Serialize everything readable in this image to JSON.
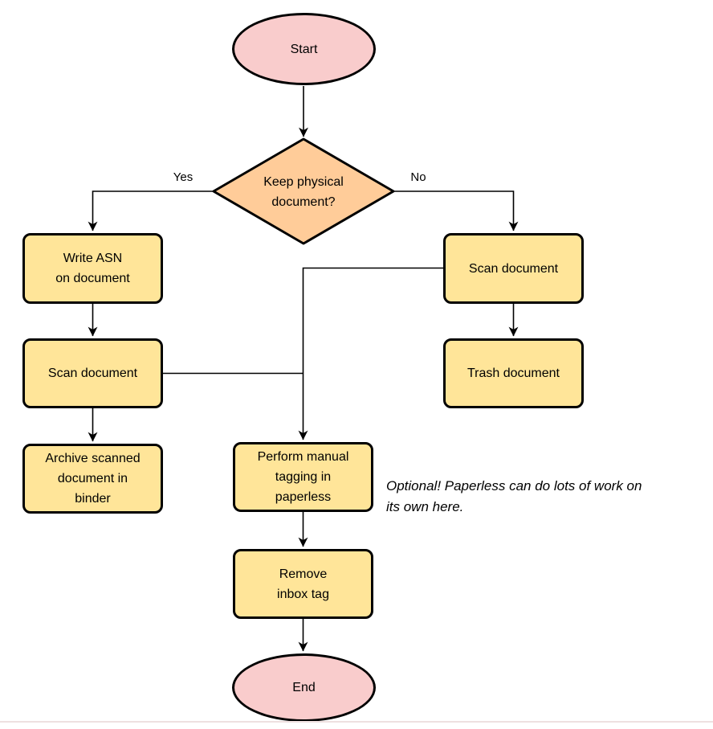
{
  "flowchart": {
    "colors": {
      "terminal_fill": "#f9cccc",
      "decision_fill": "#ffcc99",
      "process_fill": "#ffe599",
      "stroke": "#000000",
      "divider": "#eee0e0"
    },
    "nodes": {
      "start": {
        "type": "terminal",
        "label": "Start"
      },
      "decision": {
        "type": "decision",
        "label": "Keep physical\ndocument?"
      },
      "write_asn": {
        "type": "process",
        "label": "Write ASN\non document"
      },
      "scan_left": {
        "type": "process",
        "label": "Scan document"
      },
      "archive": {
        "type": "process",
        "label": "Archive scanned\ndocument in\nbinder"
      },
      "scan_right": {
        "type": "process",
        "label": "Scan document"
      },
      "trash": {
        "type": "process",
        "label": "Trash document"
      },
      "perform_tagging": {
        "type": "process",
        "label": "Perform manual\ntagging in\npaperless"
      },
      "remove_inbox": {
        "type": "process",
        "label": "Remove\ninbox tag"
      },
      "end": {
        "type": "terminal",
        "label": "End"
      }
    },
    "edge_labels": {
      "yes": "Yes",
      "no": "No"
    },
    "edges": [
      {
        "from": "start",
        "to": "decision"
      },
      {
        "from": "decision",
        "to": "write_asn",
        "label": "Yes"
      },
      {
        "from": "decision",
        "to": "scan_right",
        "label": "No"
      },
      {
        "from": "write_asn",
        "to": "scan_left"
      },
      {
        "from": "scan_left",
        "to": "perform_tagging"
      },
      {
        "from": "scan_left",
        "to": "archive"
      },
      {
        "from": "scan_right",
        "to": "trash"
      },
      {
        "from": "scan_right",
        "to": "perform_tagging"
      },
      {
        "from": "perform_tagging",
        "to": "remove_inbox"
      },
      {
        "from": "remove_inbox",
        "to": "end"
      }
    ],
    "note": "Optional! Paperless can do lots of work on\nits own here."
  }
}
